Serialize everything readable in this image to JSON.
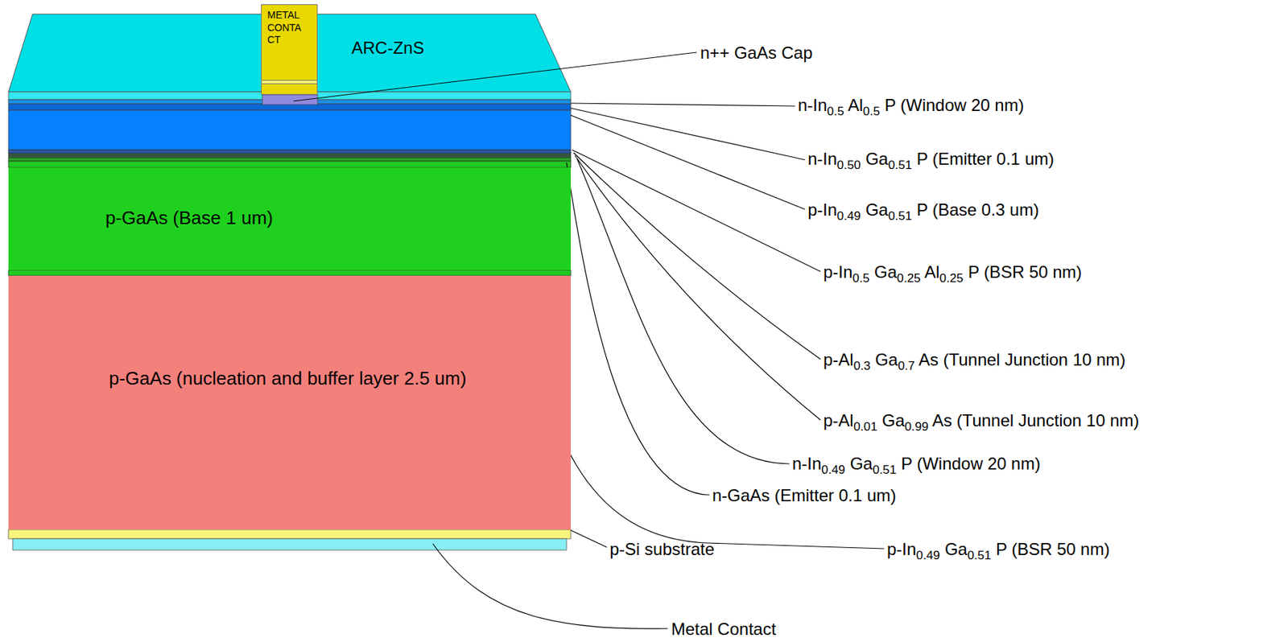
{
  "diagram": {
    "nodes": [
      {
        "text": [
          "ARC-ZnS"
        ]
      },
      {
        "text": [
          "METAL CONTA CT"
        ],
        "in": 0
      },
      {
        "text": [
          "p-GaAs (Base 1 um)"
        ]
      },
      {
        "text": [
          "p-GaAs (nucleation and buffer layer 2.5 um)"
        ]
      }
    ],
    "labels": [
      "n++ GaAs Cap",
      "n-In0.5 Al0.5 P (Window 20 nm)",
      "n-In0.50 Ga0.51 P (Emitter 0.1 um)",
      "p-In0.49 Ga0.51 P (Base 0.3 um)",
      "p-In0.5 Ga0.25 Al0.25 P (BSR 50 nm)",
      "p-Al0.3 Ga0.7 As (Tunnel Junction 10 nm)",
      "p-Al0.01 Ga0.99 As (Tunnel Junction 10 nm)",
      "n-In0.49 Ga0.51 P (Window 20 nm)",
      "n-GaAs (Emitter 0.1 um)",
      "p-Si substrate",
      "p-In0.49 Ga0.51 P (BSR 50 nm)",
      "Metal Contact"
    ]
  }
}
